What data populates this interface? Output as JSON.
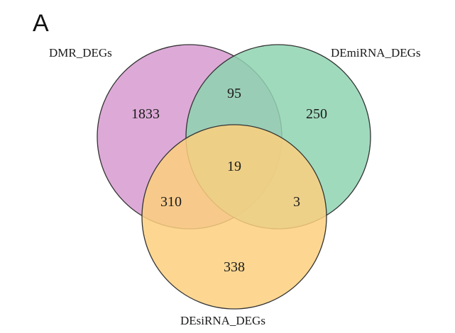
{
  "panel_letter": "A",
  "sets": [
    {
      "label": "DMR_DEGs",
      "color": "#d79bd0"
    },
    {
      "label": "DEmiRNA_DEGs",
      "color": "#8fd3b1"
    },
    {
      "label": "DEsiRNA_DEGs",
      "color": "#fdd07f"
    }
  ],
  "regions": {
    "dmr_only": "1833",
    "demirna_only": "250",
    "desirna_only": "338",
    "dmr_demirna": "95",
    "dmr_desirna": "310",
    "demirna_desirna": "3",
    "all_three": "19"
  }
}
